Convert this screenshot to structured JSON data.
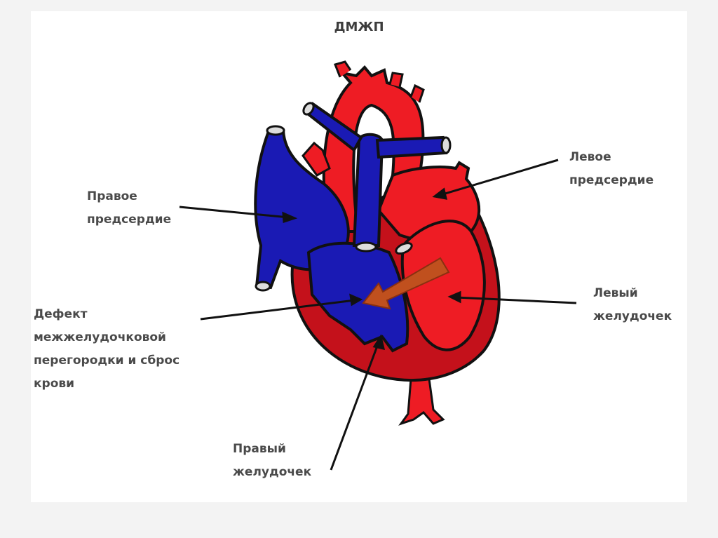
{
  "title": "ДМЖП",
  "labels": {
    "right_atrium": "Правое\nпредсердие",
    "left_atrium": "Левое\nпредсердие",
    "left_ventricle": "Левый\nжелудочек",
    "septal_defect": "Дефект\nмежжелудочковой\nперегородки и сброс\nкрови",
    "right_ventricle": "Правый\nжелудочек"
  },
  "colors": {
    "oxygenated": "#ee1c24",
    "oxygenated_dark": "#c4111b",
    "deoxygenated": "#1a1ab4",
    "shunt_arrow": "#c0501e",
    "outline": "#111111"
  }
}
